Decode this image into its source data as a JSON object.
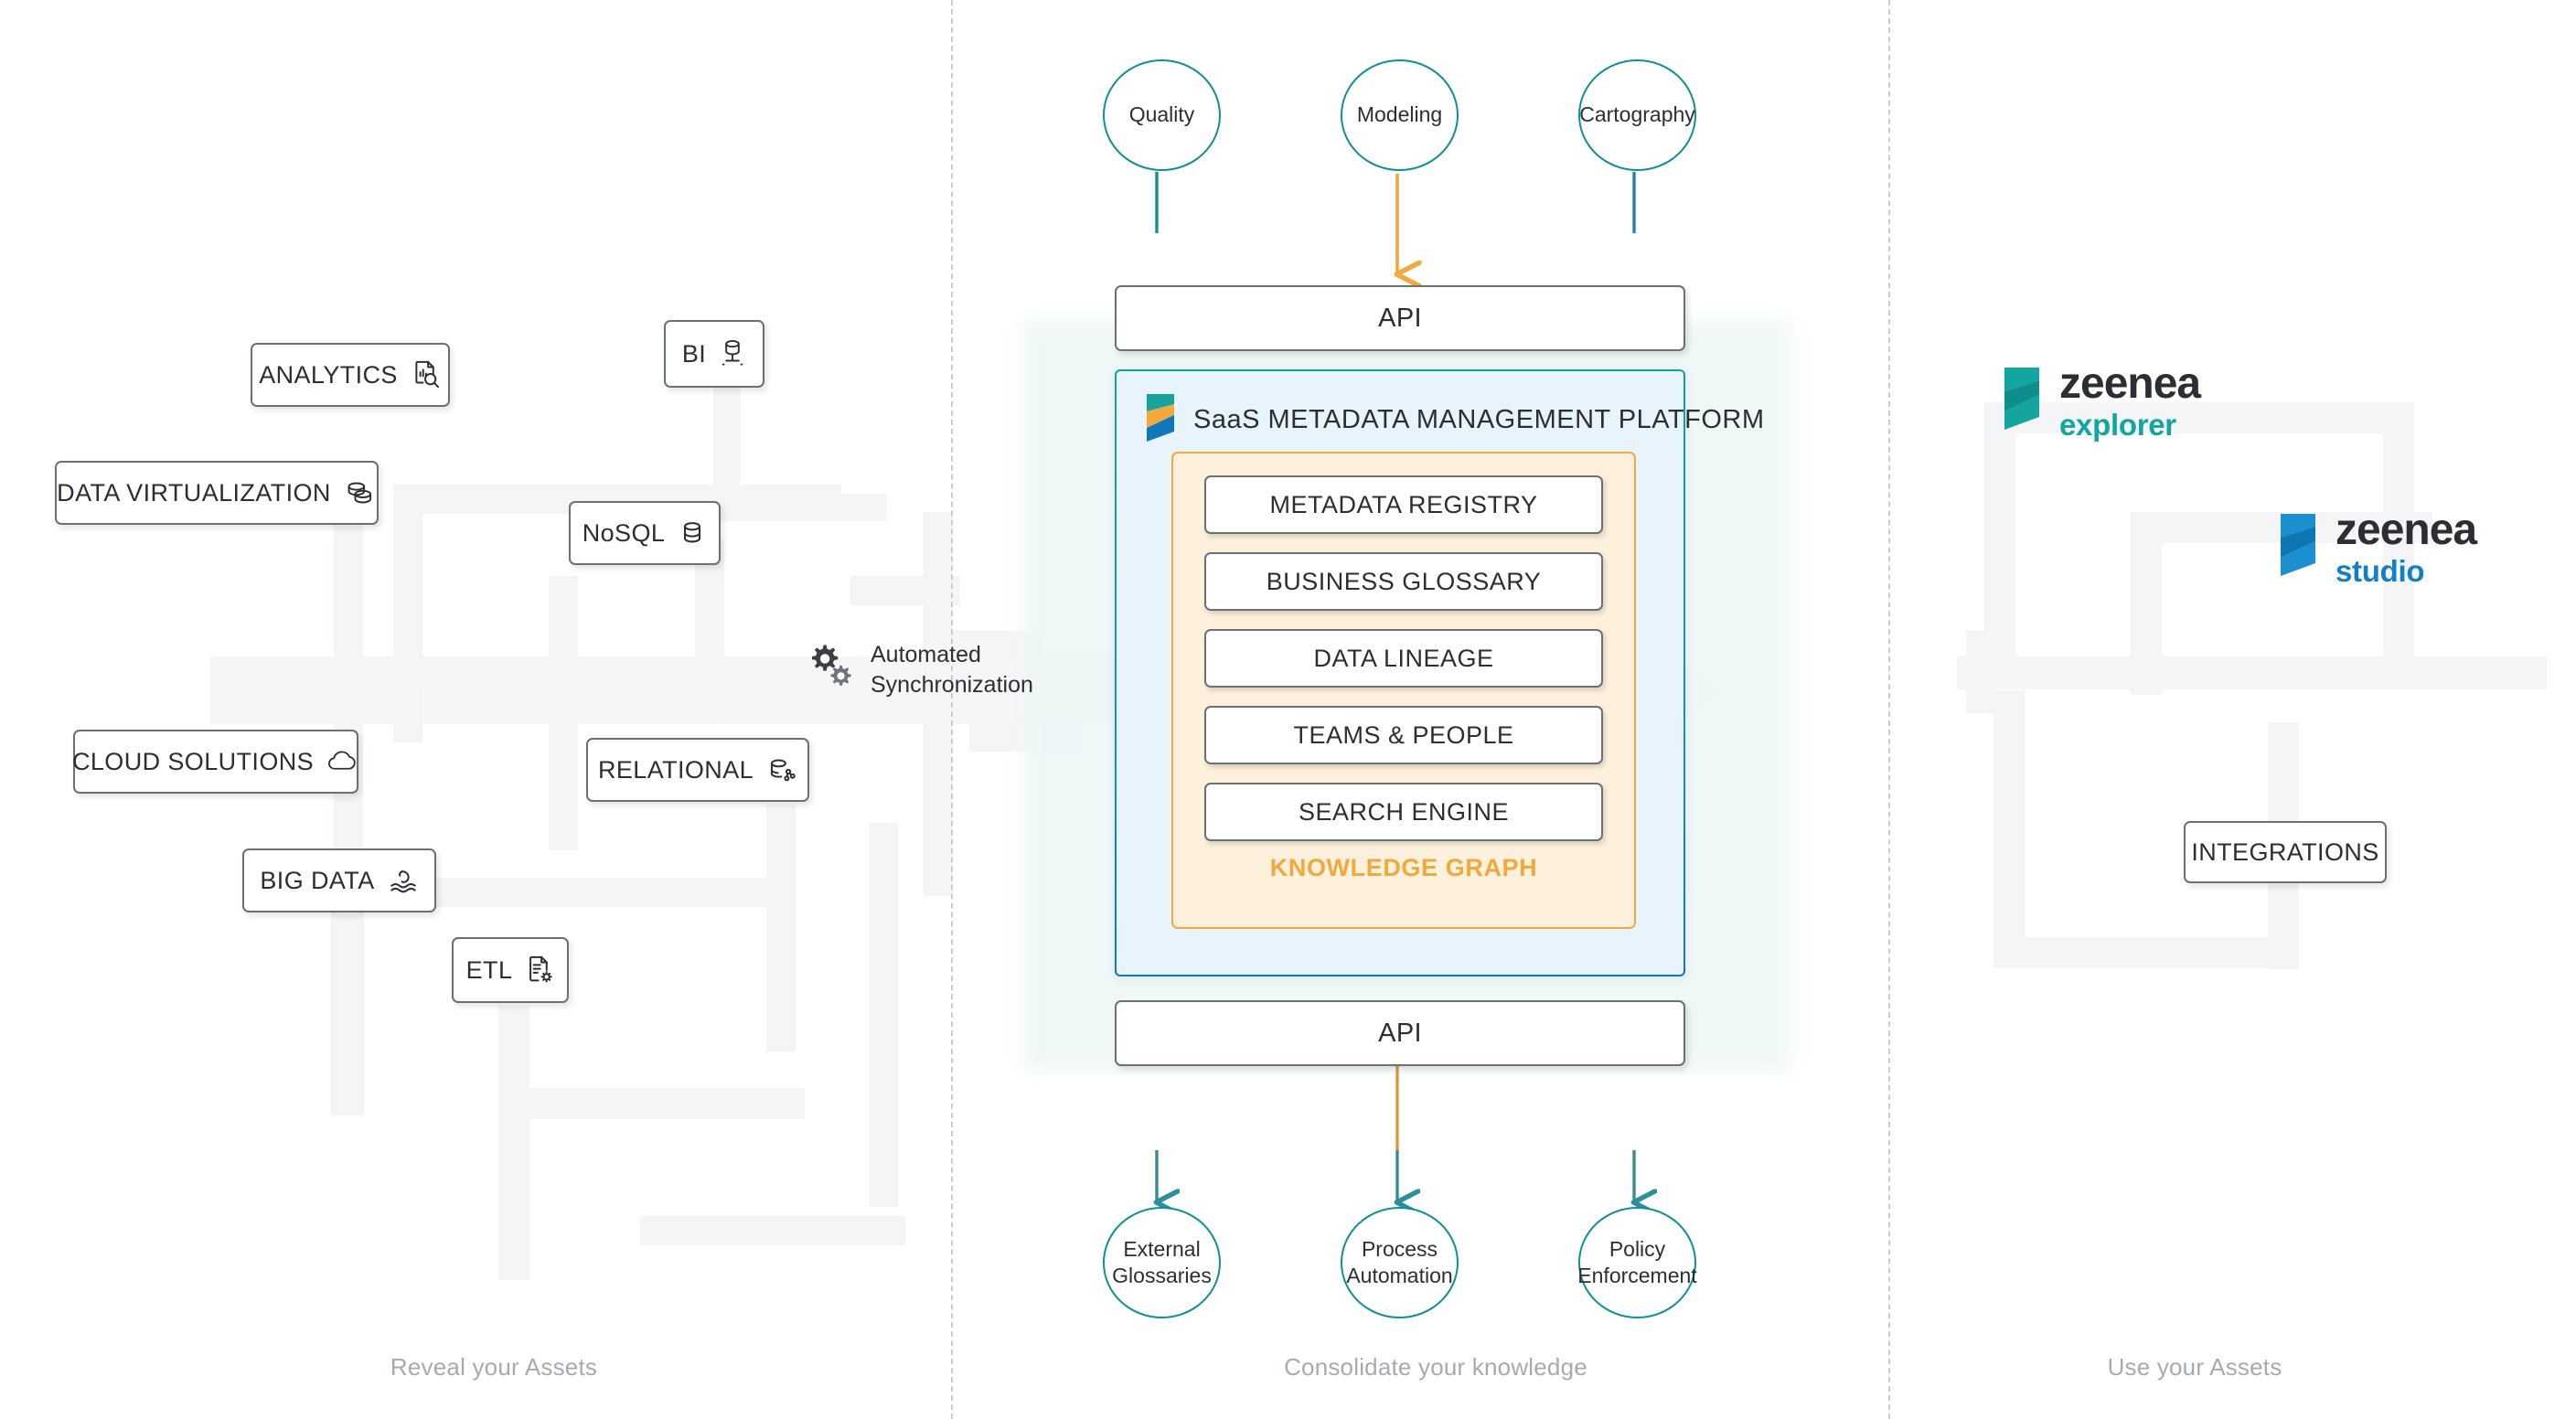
{
  "zones": [
    {
      "caption": "Reveal your Assets"
    },
    {
      "caption": "Consolidate your knowledge"
    },
    {
      "caption": "Use your Assets"
    }
  ],
  "left_sources": [
    {
      "label": "ANALYTICS",
      "icon": "document-chart-search-icon"
    },
    {
      "label": "DATA VIRTUALIZATION",
      "icon": "stacked-disks-icon"
    },
    {
      "label": "CLOUD SOLUTIONS",
      "icon": "cloud-icon"
    },
    {
      "label": "BIG DATA",
      "icon": "data-wave-icon"
    },
    {
      "label": "BI",
      "icon": "database-stand-icon"
    },
    {
      "label": "NoSQL",
      "icon": "database-icon"
    },
    {
      "label": "RELATIONAL",
      "icon": "database-network-icon"
    },
    {
      "label": "ETL",
      "icon": "document-gear-icon"
    }
  ],
  "right_targets": [
    {
      "label": "INTEGRATIONS"
    }
  ],
  "sync": {
    "label": "Automated\nSynchronization",
    "icon": "gears-icon"
  },
  "top_nodes": [
    {
      "label": "Quality"
    },
    {
      "label": "Modeling"
    },
    {
      "label": "Cartography"
    }
  ],
  "bottom_nodes": [
    {
      "label": "External\nGlossaries"
    },
    {
      "label": "Process\nAutomation"
    },
    {
      "label": "Policy\nEnforcement"
    }
  ],
  "platform": {
    "api_top_label": "API",
    "api_bottom_label": "API",
    "title": "SaaS METADATA MANAGEMENT PLATFORM",
    "logo_icon": "zeenea-mark-icon",
    "knowledge_graph_label": "KNOWLEDGE GRAPH",
    "capabilities": [
      "METADATA REGISTRY",
      "BUSINESS GLOSSARY",
      "DATA LINEAGE",
      "TEAMS & PEOPLE",
      "SEARCH ENGINE"
    ]
  },
  "products": [
    {
      "word": "zeenea",
      "sub": "explorer",
      "mark": "zeenea-mark-teal-icon",
      "color": "#13a5a0"
    },
    {
      "word": "zeenea",
      "sub": "studio",
      "mark": "zeenea-mark-blue-icon",
      "color": "#1180c4"
    }
  ],
  "colors": {
    "teal": "#0f8f96",
    "orange": "#f0a93c",
    "blue": "#1277ba",
    "platform_bg": "#e8f4fb",
    "kg_bg": "#fdf1dd",
    "chip_border": "#6b7075",
    "caption": "#a6abb0",
    "divider": "#c9cdd1",
    "bg_path": "#f4f5f6"
  }
}
